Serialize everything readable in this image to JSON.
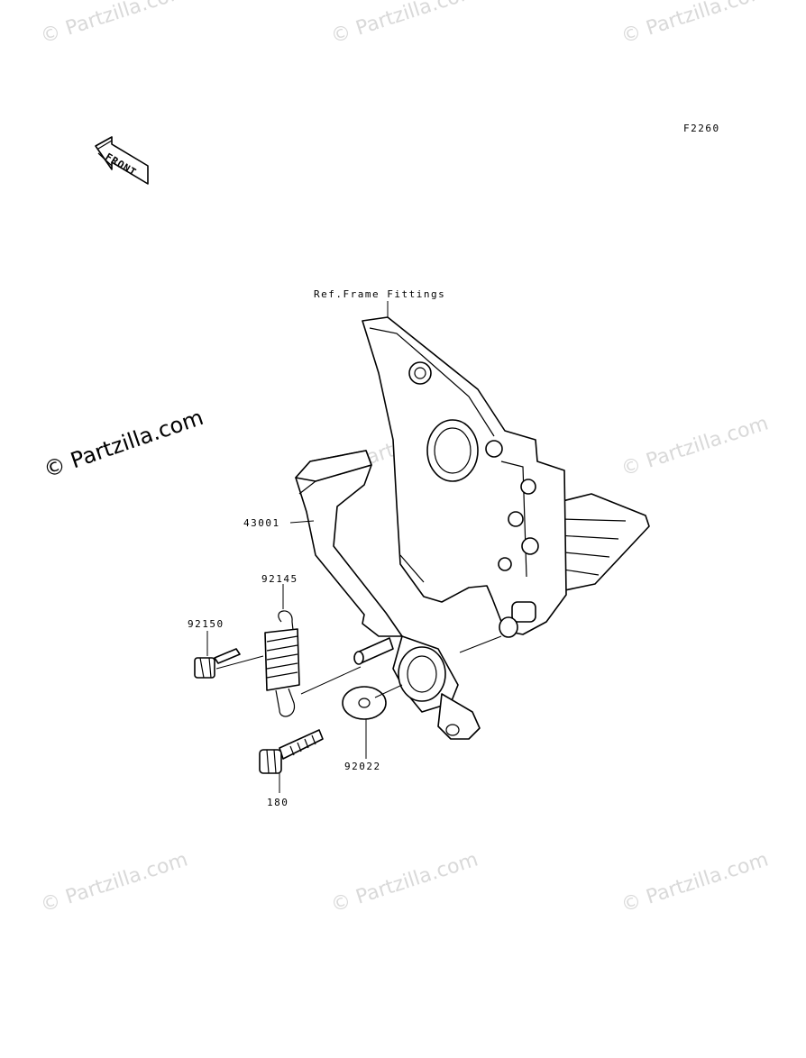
{
  "diagram": {
    "code": "F2260",
    "front_label": "FRONT",
    "ref_label": "Ref.Frame Fittings",
    "watermark": "© Partzilla.com",
    "watermark_main": "© Partzilla.com",
    "parts": [
      {
        "id": "43001"
      },
      {
        "id": "92145"
      },
      {
        "id": "92150"
      },
      {
        "id": "92022"
      },
      {
        "id": "180"
      }
    ]
  }
}
